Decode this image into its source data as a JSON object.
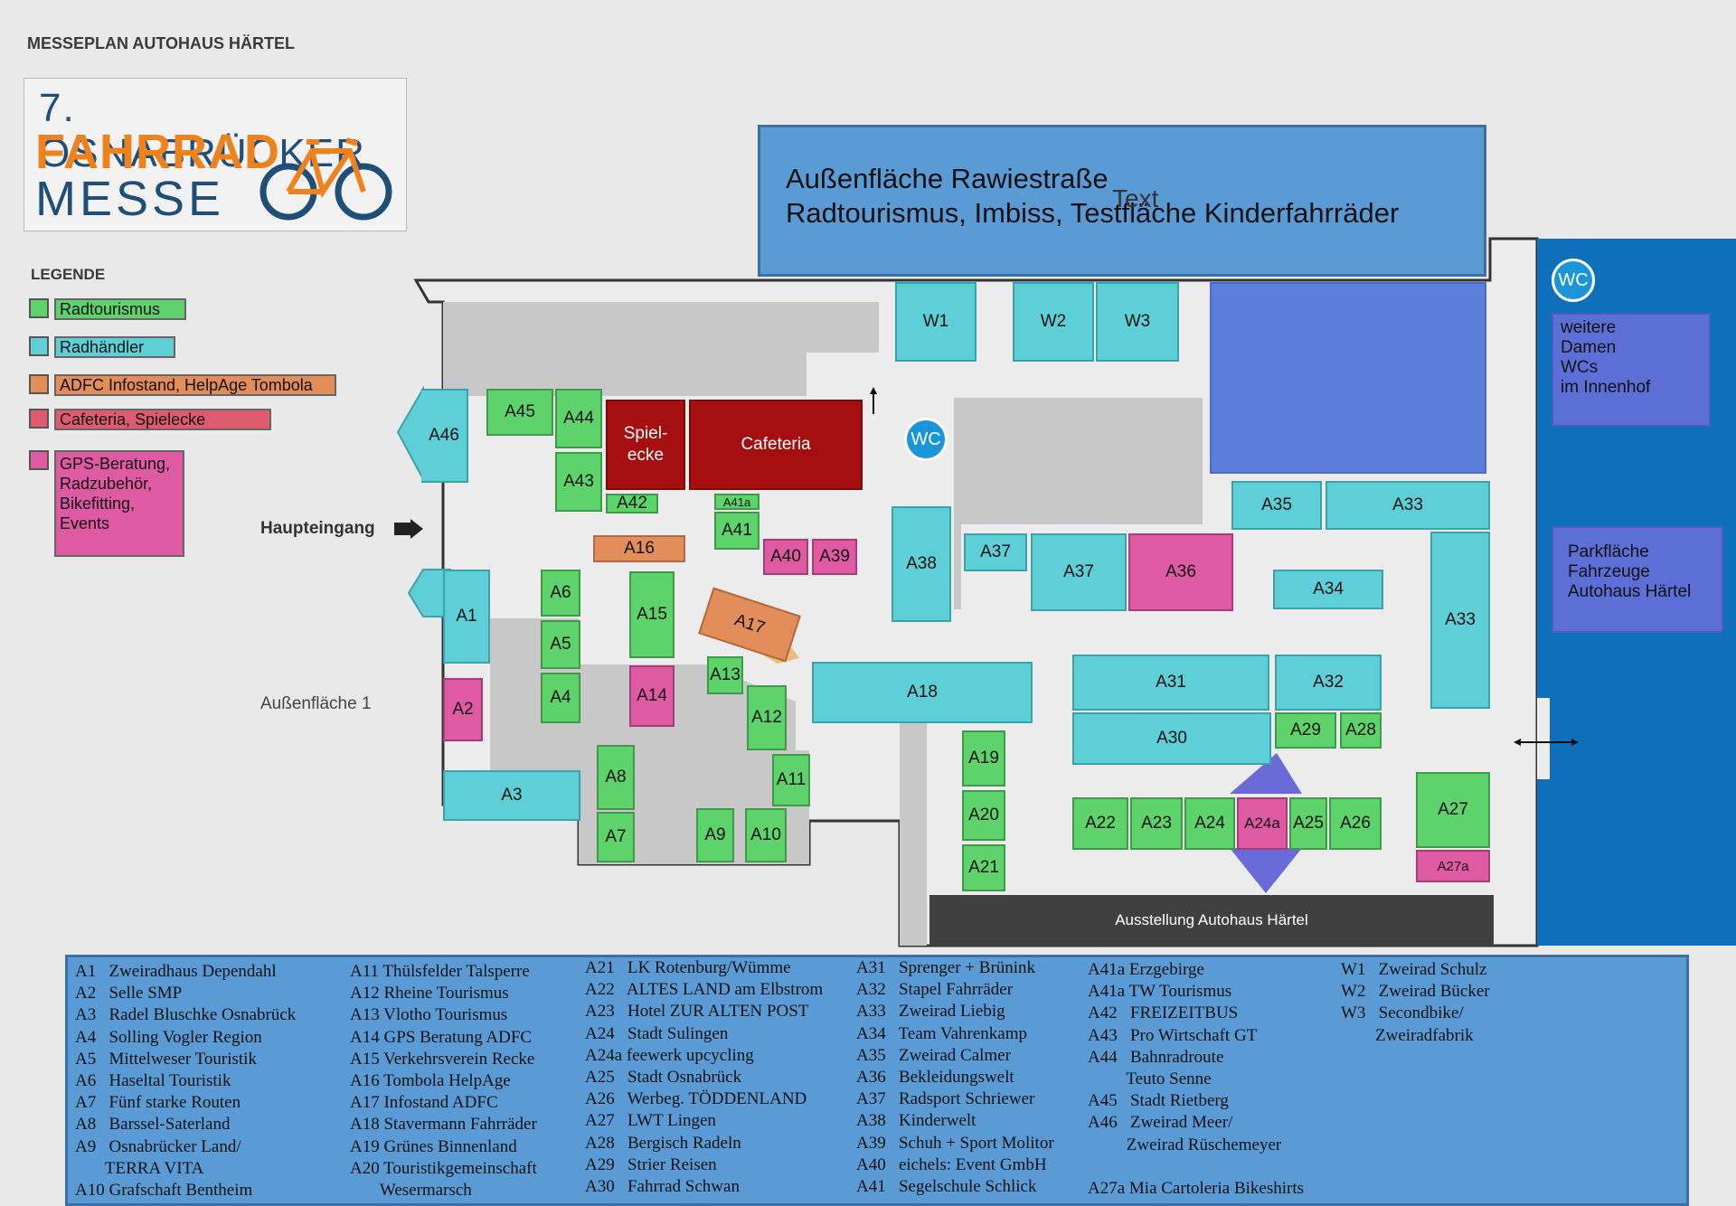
{
  "title": "MESSEPLAN AUTOHAUS HÄRTEL",
  "logo": {
    "line1": "7. OSNABRÜCKER",
    "line2": "FAHRRAD",
    "line3": "MESSE"
  },
  "legend": {
    "heading": "LEGENDE",
    "items": [
      {
        "label": "Radtourismus",
        "color": "#5ed26b"
      },
      {
        "label": "Radhändler",
        "color": "#5ecfd6"
      },
      {
        "label": "ADFC Infostand, HelpAge Tombola",
        "color": "#e38d5b"
      },
      {
        "label": "Cafeteria, Spielecke",
        "color": "#de5a6e"
      },
      {
        "label": "GPS-Beratung,\nRadzubehör,\nBikefitting,\nEvents",
        "color": "#de5aa2"
      }
    ]
  },
  "labels": {
    "entrance": "Haupteingang",
    "outdoor1": "Außenfläche 1",
    "outdoor_top_line1": "Außenfläche Rawiestraße",
    "outdoor_top_line2": "Radtourismus, Imbiss, Testfläche Kinderfahrräder",
    "text_overlay": "Text",
    "wc": "WC",
    "more_wc": "weitere\nDamen\nWCs\nim Innenhof",
    "parking": "Parkfläche\nFahrzeuge\nAutohaus Härtel",
    "exhibition": "Ausstellung Autohaus Härtel",
    "spielecke": "Spiel-\necke",
    "cafeteria": "Cafeteria"
  },
  "booths": {
    "A1": "A1",
    "A2": "A2",
    "A3": "A3",
    "A4": "A4",
    "A5": "A5",
    "A6": "A6",
    "A7": "A7",
    "A8": "A8",
    "A9": "A9",
    "A10": "A10",
    "A11": "A11",
    "A12": "A12",
    "A13": "A13",
    "A14": "A14",
    "A15": "A15",
    "A16": "A16",
    "A17": "A17",
    "A18": "A18",
    "A19": "A19",
    "A20": "A20",
    "A21": "A21",
    "A22": "A22",
    "A23": "A23",
    "A24": "A24",
    "A24a": "A24a",
    "A25": "A25",
    "A26": "A26",
    "A27": "A27",
    "A27a": "A27a",
    "A28": "A28",
    "A29": "A29",
    "A30": "A30",
    "A31": "A31",
    "A32": "A32",
    "A33": "A33",
    "A34": "A34",
    "A35": "A35",
    "A36": "A36",
    "A37": "A37",
    "A38": "A38",
    "A39": "A39",
    "A40": "A40",
    "A41": "A41",
    "A41a": "A41a",
    "A42": "A42",
    "A43": "A43",
    "A44": "A44",
    "A45": "A45",
    "A46": "A46",
    "W1": "W1",
    "W2": "W2",
    "W3": "W3"
  },
  "key_columns": [
    "A1   Zweiradhaus Dependahl\nA2   Selle SMP\nA3   Radel Bluschke Osnabrück\nA4   Solling Vogler Region\nA5   Mittelweser Touristik\nA6   Haseltal Touristik\nA7   Fünf starke Routen\nA8   Barssel-Saterland\nA9   Osnabrücker Land/\n       TERRA VITA\nA10 Grafschaft Bentheim",
    "A11 Thülsfelder Talsperre\nA12 Rheine Tourismus\nA13 Vlotho Tourismus\nA14 GPS Beratung ADFC\nA15 Verkehrsverein Recke\nA16 Tombola HelpAge\nA17 Infostand ADFC\nA18 Stavermann Fahrräder\nA19 Grünes Binnenland\nA20 Touristikgemeinschaft\n       Wesermarsch",
    "A21   LK Rotenburg/Wümme\nA22   ALTES LAND am Elbstrom\nA23   Hotel ZUR ALTEN POST\nA24   Stadt Sulingen\nA24a feewerk upcycling\nA25   Stadt Osnabrück\nA26   Werbeg. TÖDDENLAND\nA27   LWT Lingen\nA28   Bergisch Radeln\nA29   Strier Reisen\nA30   Fahrrad Schwan",
    "A31   Sprenger + Brünink\nA32   Stapel Fahrräder\nA33   Zweirad Liebig\nA34   Team Vahrenkamp\nA35   Zweirad Calmer\nA36   Bekleidungswelt\nA37   Radsport Schriewer\nA38   Kinderwelt\nA39   Schuh + Sport Molitor\nA40   eichels: Event GmbH\nA41   Segelschule Schlick",
    "A41a Erzgebirge\nA41a TW Tourismus\nA42   FREIZEITBUS\nA43   Pro Wirtschaft GT\nA44   Bahnradroute\n         Teuto Senne\nA45   Stadt Rietberg\nA46   Zweirad Meer/\n         Zweirad Rüschemeyer\n\nA27a Mia Cartoleria Bikeshirts",
    "W1   Zweirad Schulz\nW2   Zweirad Bücker\nW3   Secondbike/\n        Zweiradfabrik"
  ]
}
